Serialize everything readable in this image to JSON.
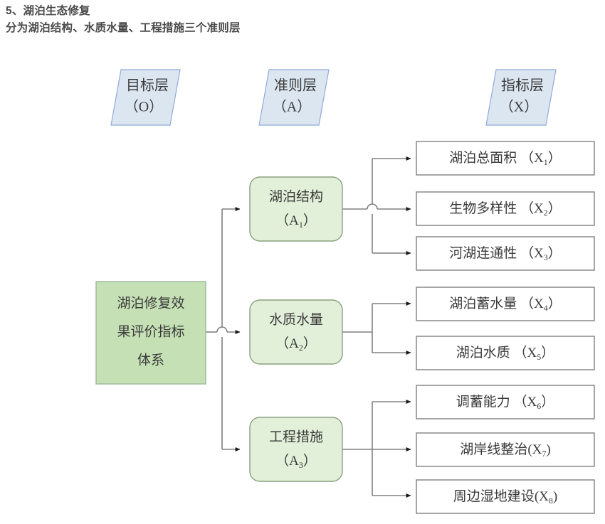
{
  "heading": {
    "line1": "5、湖泊生态修复",
    "line2": "分为湖泊结构、水质水量、工程措施三个准则层"
  },
  "colors": {
    "goal_fill": "#c5e0b4",
    "goal_stroke": "#9cb89a",
    "criteria_fill": "#e2efd9",
    "criteria_stroke": "#8aa17c",
    "indicator_fill": "#ffffff",
    "indicator_stroke": "#808080",
    "header_fill": "#dce6f1",
    "header_stroke": "#8faadc",
    "connector": "#808080",
    "text": "#3a3a3a",
    "heading_text": "#4a4a4a",
    "background": "#ffffff"
  },
  "layer_headers": [
    {
      "name": "goal-layer-header",
      "title": "目标层",
      "code": "（O）"
    },
    {
      "name": "criteria-layer-header",
      "title": "准则层",
      "code": "（A）"
    },
    {
      "name": "indicator-layer-header",
      "title": "指标层",
      "code": "（X）"
    }
  ],
  "goal": {
    "line1": "湖泊修复效",
    "line2": "果评价指标",
    "line3": "体系"
  },
  "criteria": [
    {
      "name": "criteria-a1",
      "title": "湖泊结构",
      "code_prefix": "（A",
      "code_sub": "1",
      "code_suffix": "）"
    },
    {
      "name": "criteria-a2",
      "title": "水质水量",
      "code_prefix": "（A",
      "code_sub": "2",
      "code_suffix": "）"
    },
    {
      "name": "criteria-a3",
      "title": "工程措施",
      "code_prefix": "（A",
      "code_sub": "3",
      "code_suffix": "）"
    }
  ],
  "indicators": [
    {
      "name": "indicator-x1",
      "title": "湖泊总面积",
      "code_prefix": "（X",
      "code_sub": "1",
      "code_suffix": "）",
      "parent": "criteria-a1"
    },
    {
      "name": "indicator-x2",
      "title": "生物多样性",
      "code_prefix": "（X",
      "code_sub": "2",
      "code_suffix": "）",
      "parent": "criteria-a1"
    },
    {
      "name": "indicator-x3",
      "title": "河湖连通性",
      "code_prefix": "（X",
      "code_sub": "3",
      "code_suffix": "）",
      "parent": "criteria-a1"
    },
    {
      "name": "indicator-x4",
      "title": "湖泊蓄水量",
      "code_prefix": "（X",
      "code_sub": "4",
      "code_suffix": "）",
      "parent": "criteria-a2"
    },
    {
      "name": "indicator-x5",
      "title": "湖泊水质",
      "code_prefix": "（X",
      "code_sub": "5",
      "code_suffix": "）",
      "parent": "criteria-a2"
    },
    {
      "name": "indicator-x6",
      "title": "调蓄能力",
      "code_prefix": "（X",
      "code_sub": "6",
      "code_suffix": "）",
      "parent": "criteria-a3"
    },
    {
      "name": "indicator-x7",
      "title": "湖岸线整治",
      "code_prefix": "(X",
      "code_sub": "7",
      "code_suffix": ")",
      "parent": "criteria-a3"
    },
    {
      "name": "indicator-x8",
      "title": "周边湿地建设",
      "code_prefix": "(X",
      "code_sub": "8",
      "code_suffix": ")",
      "parent": "criteria-a3"
    }
  ]
}
